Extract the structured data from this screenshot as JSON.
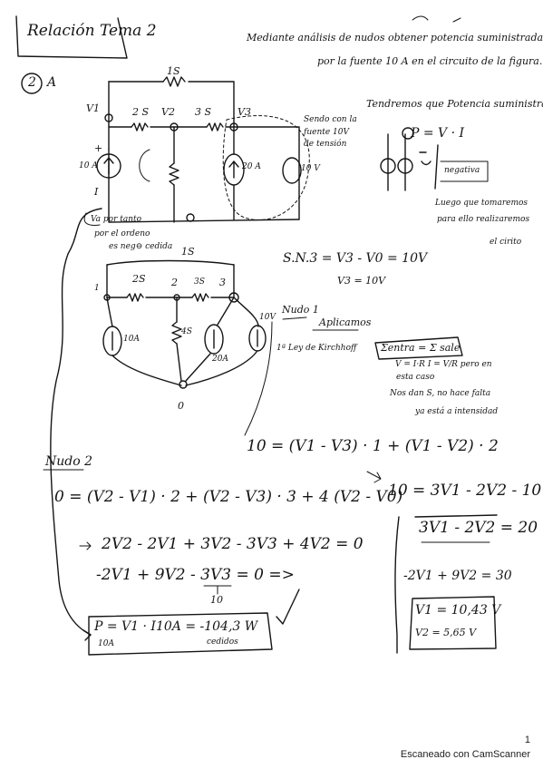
{
  "header": {
    "title": "Relación Tema 2",
    "problem_number": "2",
    "problem_part": "A"
  },
  "statement": {
    "line1": "Mediante análisis de nudos obtener potencia suministrada",
    "line2": "por la fuente 10 A en el circuito de la figura."
  },
  "circuit1": {
    "top_resistor": "1S",
    "nodes": [
      "V1",
      "V2",
      "V3"
    ],
    "resistor_12": "2 S",
    "resistor_23": "3 S",
    "source_left": "10 A",
    "source_mid": "20 A",
    "source_right": "10 V",
    "plus": "+",
    "minus": "I",
    "polarity_note": "Sendo con la fuente 10V de tensión"
  },
  "left_notes": {
    "line1": "Va por tanto",
    "line2": "por el ordeno",
    "line3": "es neg⊖ cedida"
  },
  "right_notes": {
    "heading": "Tendremos que Potencia suministrada",
    "formula": "P = V · I",
    "negativa": "negativa",
    "line1": "Luego que tomaremos",
    "line2": "para ello realizaremos",
    "line3": "el cirito"
  },
  "supernode": {
    "eq": "S.N.3 = V3 - V0 = 10V",
    "result": "V3 = 10V"
  },
  "circuit2": {
    "top_resistor": "1S",
    "n1": "1",
    "n2": "2",
    "n3": "3",
    "resistor_12": "2S",
    "resistor_23": "3S",
    "resistor_2g": "4S",
    "source_left": "10A",
    "source_mid": "20A",
    "source_right": "10V",
    "ground": "0"
  },
  "nodo1": {
    "title": "Nudo 1",
    "aplicamos": "Aplicamos",
    "kirchhoff": "1ª Ley de Kirchhoff",
    "boxed": "Σentra = Σ sale",
    "note1": "V = I·R   I = V/R  pero en",
    "note2": "esta caso",
    "note3": "Nos dan S, no hace falta",
    "note4": "ya está a intensidad",
    "equation": "10 = (V1 - V3) · 1 + (V1 - V2) · 2"
  },
  "nodo2": {
    "title": "Nudo 2",
    "eq1": "0 = (V2 - V1) · 2 + (V2 - V3) · 3 + 4 (V2 - V0)",
    "eq2": "2V2 - 2V1 + 3V2 - 3V3 + 4V2 = 0",
    "eq3": "-2V1 + 9V2 - 3V3 = 0 =>",
    "eq3_sub": "10"
  },
  "system": {
    "eq1": "10 = 3V1 - 2V2 - 10",
    "eq2": "3V1 - 2V2 = 20",
    "eq3": "-2V1 + 9V2 = 30",
    "sol1": "V1 = 10,43 V",
    "sol2": "V2 = 5,65 V"
  },
  "answer": {
    "power": "P = V1 · I10A = -104,3 W",
    "sub": "10A",
    "label": "cedidos"
  },
  "footer": {
    "page_number": "1",
    "scanner": "Escaneado con CamScanner"
  }
}
